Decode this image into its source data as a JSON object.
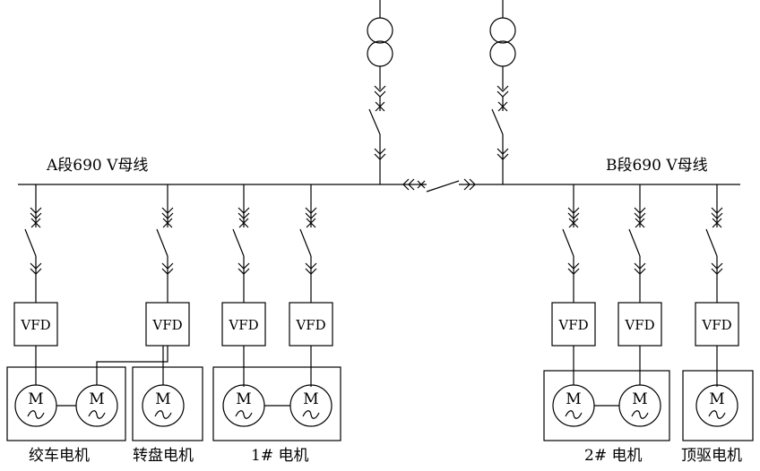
{
  "bus_a_label": "A段690 V母线",
  "bus_b_label": "B段690 V母线",
  "vfd_label": "VFD",
  "motor_symbol": "M",
  "groups": [
    {
      "label": "绞车电机"
    },
    {
      "label": "转盘电机"
    },
    {
      "label": "1# 电机"
    },
    {
      "label": "2# 电机"
    },
    {
      "label": "顶驱电机"
    }
  ]
}
